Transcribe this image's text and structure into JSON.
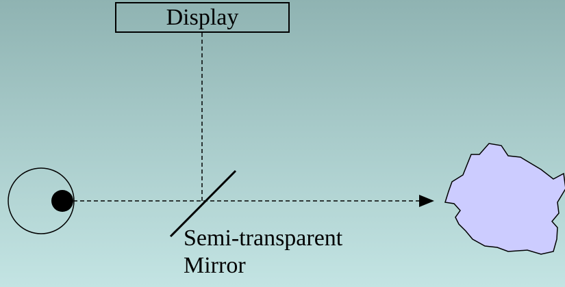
{
  "display_label": "Display",
  "mirror_label": {
    "line1": "Semi-transparent",
    "line2": "Mirror"
  },
  "colors": {
    "background_top": "#8fb3b2",
    "background_bottom": "#c3e4e3",
    "object_fill": "#ccccff",
    "stroke": "#000000"
  },
  "icons": {
    "eye": "eye-icon",
    "object": "real-world-object"
  }
}
